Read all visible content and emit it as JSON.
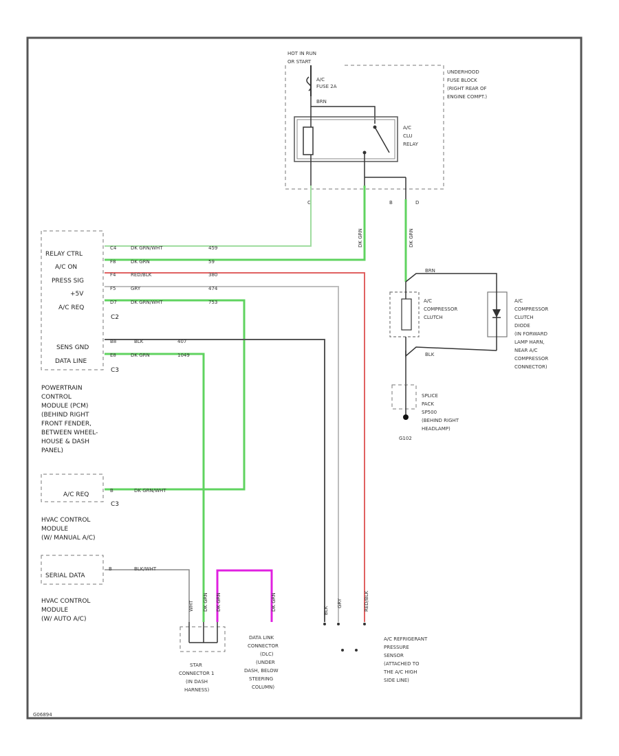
{
  "fuse_block": {
    "hot_label": [
      "HOT IN RUN",
      "OR START"
    ],
    "fuse": [
      "A/C",
      "FUSE 2A"
    ],
    "fuse_wire": "BRN",
    "location": [
      "UNDERHOOD",
      "FUSE BLOCK",
      "(RIGHT REAR OF",
      "ENGINE COMPT.)"
    ],
    "relay": [
      "A/C",
      "CLU",
      "RELAY"
    ],
    "pins": [
      "C",
      "B",
      "D"
    ]
  },
  "pcm": {
    "signals": [
      {
        "name": "RELAY CTRL",
        "pin": "C4",
        "color": "DK GRN/WHT",
        "circuit": "459"
      },
      {
        "name": "A/C ON",
        "pin": "F8",
        "color": "DK GRN",
        "circuit": "59"
      },
      {
        "name": "PRESS SIG",
        "pin": "F4",
        "color": "RED/BLK",
        "circuit": "380"
      },
      {
        "name": "+5V",
        "pin": "F5",
        "color": "GRY",
        "circuit": "474"
      },
      {
        "name": "A/C REQ",
        "pin": "D7",
        "color": "DK GRN/WHT",
        "circuit": "753"
      }
    ],
    "connector_c2": "C2",
    "signals2": [
      {
        "name": "SENS GND",
        "pin": "B8",
        "color": "BLK",
        "circuit": "407"
      },
      {
        "name": "DATA LINE",
        "pin": "E8",
        "color": "DK GRN",
        "circuit": "1049"
      }
    ],
    "connector_c3": "C3",
    "description": [
      "POWERTRAIN",
      "CONTROL",
      "MODULE (PCM)",
      "(BEHIND RIGHT",
      "FRONT FENDER,",
      "BETWEEN WHEEL-",
      "HOUSE & DASH",
      "PANEL)"
    ]
  },
  "hvac_manual": {
    "signal": "A/C REQ",
    "pin": "B",
    "color": "DK GRN/WHT",
    "connector": "C3",
    "description": [
      "HVAC CONTROL",
      "MODULE",
      "(W/ MANUAL A/C)"
    ]
  },
  "hvac_auto": {
    "signal": "SERIAL DATA",
    "pin": "B",
    "wire": "BLK/WHT",
    "description": [
      "HVAC CONTROL",
      "MODULE",
      "(W/ AUTO A/C)"
    ]
  },
  "wire_labels": {
    "brn_vertical": "BRN",
    "dkgrn_vertical": "DK GRN",
    "dkgrn_vertical2": "DK GRN",
    "blkwht_vertical": "WHT",
    "blk_vertical": "BLK",
    "gry_vertical": "GRY",
    "redblk_vertical": "RED/BLK",
    "pink_left": "DK GRN",
    "pink_right": "DK GRN"
  },
  "clutch": {
    "wire_top": "BRN",
    "wire_bottom": "BLK",
    "label": [
      "A/C",
      "COMPRESSOR",
      "CLUTCH"
    ],
    "diode_label": [
      "A/C",
      "COMPRESSOR",
      "CLUTCH",
      "DIODE",
      "(IN FORWARD",
      "LAMP HARN,",
      "NEAR A/C",
      "COMPRESSOR",
      "CONNECTOR)"
    ]
  },
  "ground": {
    "label": [
      "SPLICE",
      "PACK",
      "SP500",
      "(BEHIND RIGHT",
      "HEADLAMP)"
    ],
    "id": "G102"
  },
  "star_connector": [
    "STAR",
    "CONNECTOR 1",
    "(IN DASH",
    "HARNESS)"
  ],
  "dlc": [
    "DATA LINK",
    "CONNECTOR",
    "(DLC)",
    "(UNDER",
    "DASH, BELOW",
    "STEERING",
    "COLUMN)"
  ],
  "sensor": [
    "A/C REFRIGERANT",
    "PRESSURE",
    "SENSOR",
    "(ATTACHED TO",
    "THE A/C HIGH",
    "SIDE LINE)"
  ],
  "footer_code": "G06894",
  "colors": {
    "green": "#5fd35f",
    "red": "#e06060",
    "gray": "#a8a8a8",
    "black": "#333333",
    "magenta": "#e020e0"
  }
}
